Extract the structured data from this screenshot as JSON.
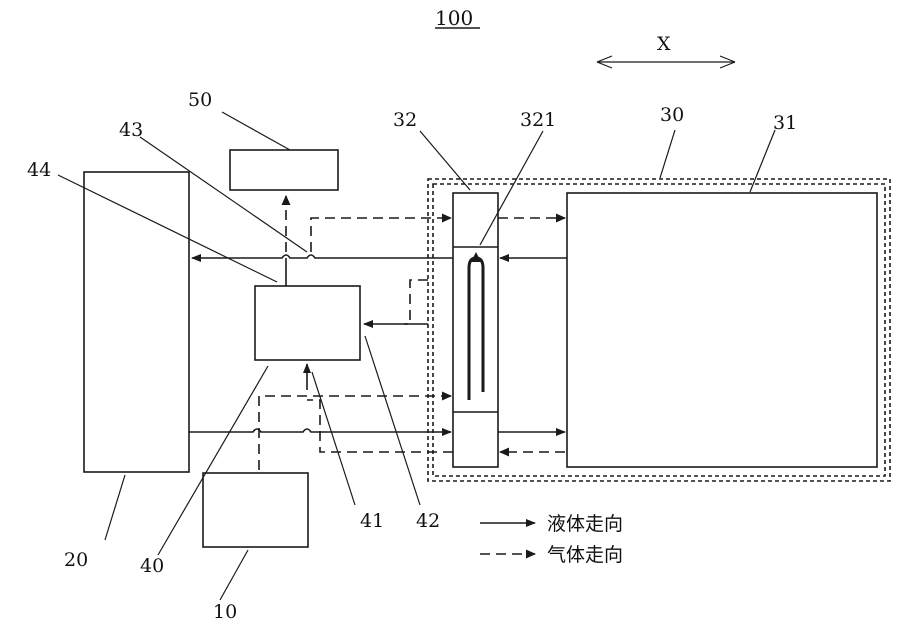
{
  "figure": {
    "title": "100",
    "direction_label": "X"
  },
  "labels": {
    "l10": "10",
    "l20": "20",
    "l30": "30",
    "l31": "31",
    "l32": "32",
    "l321": "321",
    "l40": "40",
    "l41": "41",
    "l42": "42",
    "l43": "43",
    "l44": "44",
    "l50": "50"
  },
  "legend": {
    "liquid": "液体走向",
    "gas": "气体走向"
  },
  "colors": {
    "ink": "#1a1a1a",
    "background": "#ffffff"
  }
}
